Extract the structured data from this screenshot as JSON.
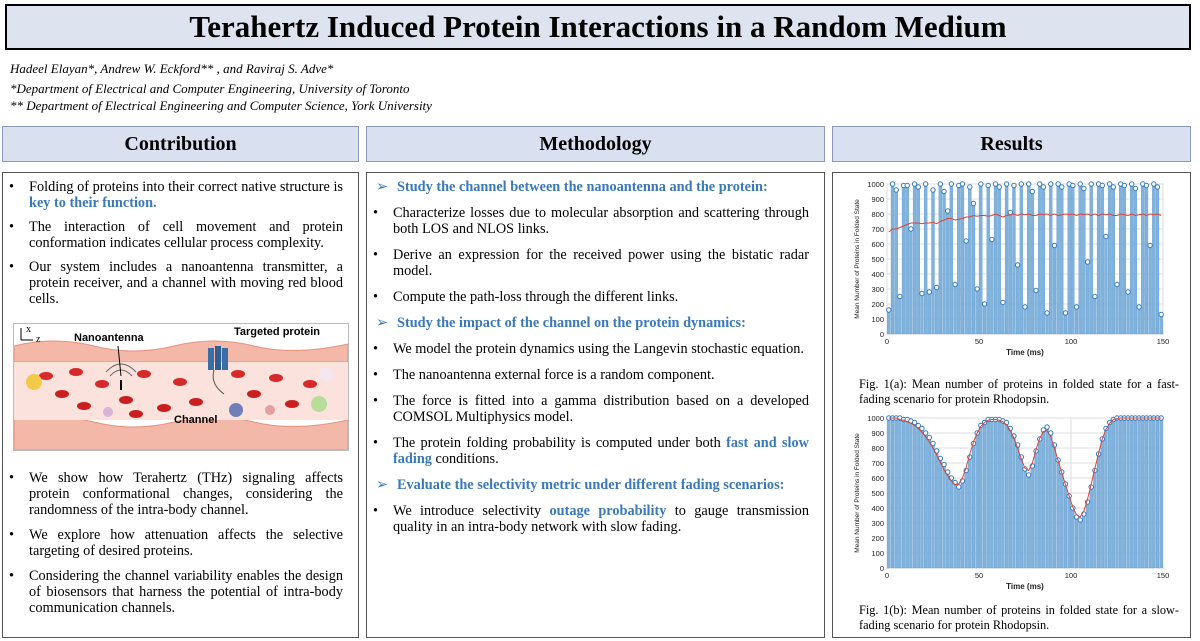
{
  "title": "Terahertz Induced Protein Interactions in a Random Medium",
  "authors": {
    "names": "Hadeel Elayan*, Andrew W. Eckford** , and Raviraj S. Adve*",
    "affil1": "*Department of Electrical and Computer Engineering, University of Toronto",
    "affil2": "** Department of Electrical Engineering and Computer Science, York University"
  },
  "sections": {
    "contribution": "Contribution",
    "methodology": "Methodology",
    "results": "Results"
  },
  "contribution": {
    "b1_pre": "Folding of proteins into their correct native structure is ",
    "b1_hl": "key to their function.",
    "b2": "The interaction of cell movement and protein conformation indicates cellular process complexity.",
    "b3": "Our system includes a nanoantenna transmitter, a protein receiver, and a channel with moving red blood cells.",
    "b4": "We show how Terahertz (THz) signaling affects protein conformational changes, considering the randomness of the intra-body channel.",
    "b5": "We explore how attenuation affects the selective targeting of desired proteins.",
    "b6": "Considering the channel variability enables the design of biosensors that harness the potential of intra-body communication channels."
  },
  "diagram": {
    "label_nanoantenna": "Nanoantenna",
    "label_protein": "Targeted protein",
    "label_channel": "Channel",
    "axis_x": "x",
    "axis_z": "z"
  },
  "methodology": {
    "h1": "Study the channel between the nanoantenna and the protein:",
    "h1_b1": "Characterize losses due to molecular absorption and scattering through both LOS and NLOS links.",
    "h1_b2": "Derive an expression for the received power using the bistatic radar model.",
    "h1_b3": "Compute the path-loss through the different links.",
    "h2": "Study the impact of the channel on the protein dynamics:",
    "h2_b1": "We model the protein dynamics using the Langevin stochastic equation.",
    "h2_b2": "The nanoantenna external force is a random component.",
    "h2_b3": "The force is fitted into a gamma distribution based on a developed COMSOL Multiphysics model.",
    "h2_b4_pre": "The protein folding probability is computed under both ",
    "h2_b4_hl": "fast and slow fading",
    "h2_b4_post": " conditions.",
    "h3": "Evaluate the selectivity metric under different fading scenarios:",
    "h3_b1_pre": "We introduce selectivity ",
    "h3_b1_hl": "outage probability",
    "h3_b1_post": " to gauge transmission quality in an intra-body network with slow fading."
  },
  "results": {
    "cap_a": "Fig. 1(a): Mean number of proteins in folded state for a fast-fading scenario for protein Rhodopsin.",
    "cap_b": "Fig. 1(b): Mean number of proteins in folded state for a slow-fading scenario for protein Rhodopsin."
  },
  "chart_data": [
    {
      "type": "bar",
      "xlabel": "Time (ms)",
      "ylabel": "Mean Number of Proteins in Folded State",
      "xlim": [
        0,
        150
      ],
      "ylim": [
        0,
        1000
      ],
      "xticks": [
        0,
        50,
        100,
        150
      ],
      "yticks": [
        0,
        100,
        200,
        300,
        400,
        500,
        600,
        700,
        800,
        900,
        1000
      ],
      "grid": true,
      "x": [
        1,
        3,
        5,
        7,
        9,
        11,
        13,
        15,
        17,
        19,
        21,
        23,
        25,
        27,
        29,
        31,
        33,
        35,
        37,
        39,
        41,
        43,
        45,
        47,
        49,
        51,
        53,
        55,
        57,
        59,
        61,
        63,
        65,
        67,
        69,
        71,
        73,
        75,
        77,
        79,
        81,
        83,
        85,
        87,
        89,
        91,
        93,
        95,
        97,
        99,
        101,
        103,
        105,
        107,
        109,
        111,
        113,
        115,
        117,
        119,
        121,
        123,
        125,
        127,
        129,
        131,
        133,
        135,
        137,
        139,
        141,
        143,
        145,
        147,
        149
      ],
      "values": [
        160,
        1000,
        960,
        250,
        990,
        990,
        700,
        1000,
        980,
        270,
        1000,
        280,
        960,
        310,
        1000,
        950,
        820,
        1000,
        330,
        990,
        1000,
        620,
        980,
        870,
        300,
        1000,
        200,
        990,
        630,
        1000,
        980,
        210,
        1000,
        810,
        990,
        460,
        1000,
        180,
        1000,
        950,
        290,
        1000,
        980,
        140,
        1000,
        590,
        1000,
        980,
        140,
        1000,
        990,
        180,
        1000,
        970,
        480,
        1000,
        250,
        1000,
        990,
        650,
        1000,
        980,
        330,
        1000,
        990,
        280,
        1000,
        970,
        180,
        1000,
        990,
        590,
        1000,
        980,
        130
      ],
      "mean_line": [
        680,
        700,
        700,
        710,
        720,
        730,
        740,
        740,
        740,
        735,
        740,
        740,
        745,
        735,
        750,
        760,
        770,
        770,
        760,
        765,
        770,
        780,
        780,
        790,
        785,
        790,
        790,
        785,
        790,
        800,
        790,
        780,
        790,
        795,
        800,
        790,
        800,
        795,
        800,
        790,
        790,
        800,
        795,
        800,
        790,
        800,
        790,
        795,
        800,
        795,
        800,
        790,
        800,
        795,
        800,
        790,
        800,
        790,
        800,
        795,
        800,
        790,
        790,
        800,
        795,
        790,
        800,
        790,
        795,
        800,
        790,
        800,
        795,
        800,
        790
      ]
    },
    {
      "type": "bar",
      "xlabel": "Time (ms)",
      "ylabel": "Mean Number of Proteins in Folded State",
      "xlim": [
        0,
        150
      ],
      "ylim": [
        0,
        1000
      ],
      "xticks": [
        0,
        50,
        100,
        150
      ],
      "yticks": [
        0,
        100,
        200,
        300,
        400,
        500,
        600,
        700,
        800,
        900,
        1000
      ],
      "grid": true,
      "x": [
        1,
        3,
        5,
        7,
        9,
        11,
        13,
        15,
        17,
        19,
        21,
        23,
        25,
        27,
        29,
        31,
        33,
        35,
        37,
        39,
        41,
        43,
        45,
        47,
        49,
        51,
        53,
        55,
        57,
        59,
        61,
        63,
        65,
        67,
        69,
        71,
        73,
        75,
        77,
        79,
        81,
        83,
        85,
        87,
        89,
        91,
        93,
        95,
        97,
        99,
        101,
        103,
        105,
        107,
        109,
        111,
        113,
        115,
        117,
        119,
        121,
        123,
        125,
        127,
        129,
        131,
        133,
        135,
        137,
        139,
        141,
        143,
        145,
        147,
        149
      ],
      "values": [
        1000,
        1000,
        1000,
        1000,
        990,
        990,
        980,
        970,
        950,
        930,
        900,
        870,
        830,
        780,
        730,
        690,
        640,
        600,
        570,
        540,
        580,
        650,
        740,
        830,
        900,
        950,
        970,
        990,
        990,
        990,
        990,
        980,
        970,
        930,
        880,
        820,
        740,
        660,
        620,
        680,
        780,
        860,
        920,
        940,
        900,
        820,
        720,
        640,
        560,
        480,
        400,
        340,
        320,
        360,
        440,
        540,
        650,
        760,
        860,
        930,
        970,
        990,
        1000,
        1000,
        1000,
        1000,
        1000,
        1000,
        1000,
        1000,
        1000,
        1000,
        1000,
        1000,
        1000
      ],
      "mean_line": [
        1000,
        1000,
        1000,
        990,
        985,
        975,
        965,
        950,
        930,
        905,
        875,
        840,
        800,
        755,
        705,
        655,
        615,
        580,
        555,
        560,
        600,
        670,
        760,
        840,
        900,
        945,
        970,
        985,
        990,
        990,
        985,
        975,
        955,
        915,
        865,
        800,
        725,
        665,
        650,
        700,
        790,
        865,
        910,
        915,
        875,
        800,
        715,
        635,
        555,
        480,
        405,
        355,
        340,
        380,
        460,
        560,
        665,
        765,
        860,
        925,
        965,
        990,
        995,
        1000,
        1000,
        1000,
        1000,
        1000,
        1000,
        1000,
        1000,
        1000,
        1000,
        1000,
        1000
      ]
    }
  ]
}
